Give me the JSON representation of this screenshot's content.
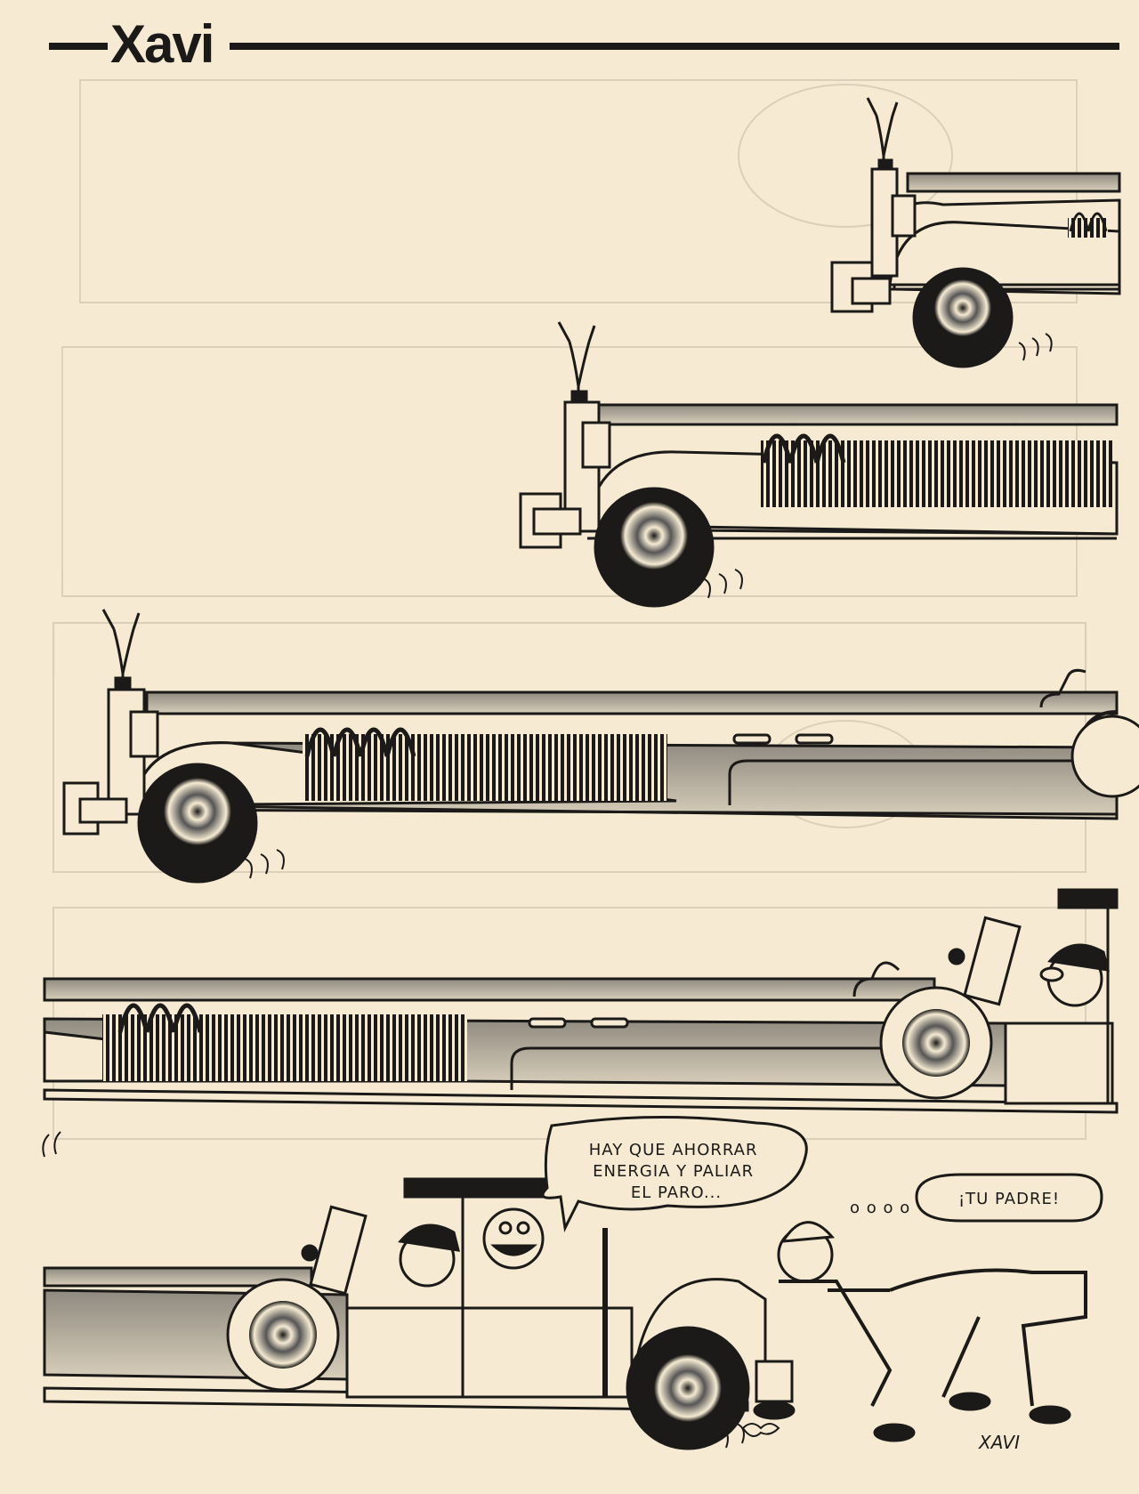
{
  "header": {
    "author": "Xavi"
  },
  "panels": [
    {
      "id": "car-front-1"
    },
    {
      "id": "car-front-2"
    },
    {
      "id": "car-front-3"
    },
    {
      "id": "car-rear-chauffeur"
    },
    {
      "id": "car-rear-push"
    }
  ],
  "speech": {
    "driver_lines": [
      "HAY QUE AHORRAR",
      "ENERGIA Y PALIAR",
      "EL PARO..."
    ],
    "worker_thought": "o o o o",
    "worker_line": "¡TU PADRE!"
  },
  "signature": "XAVI",
  "colors": {
    "paper": "#f6ebd2",
    "ink": "#1b1a18",
    "tone": "#9c978c"
  }
}
